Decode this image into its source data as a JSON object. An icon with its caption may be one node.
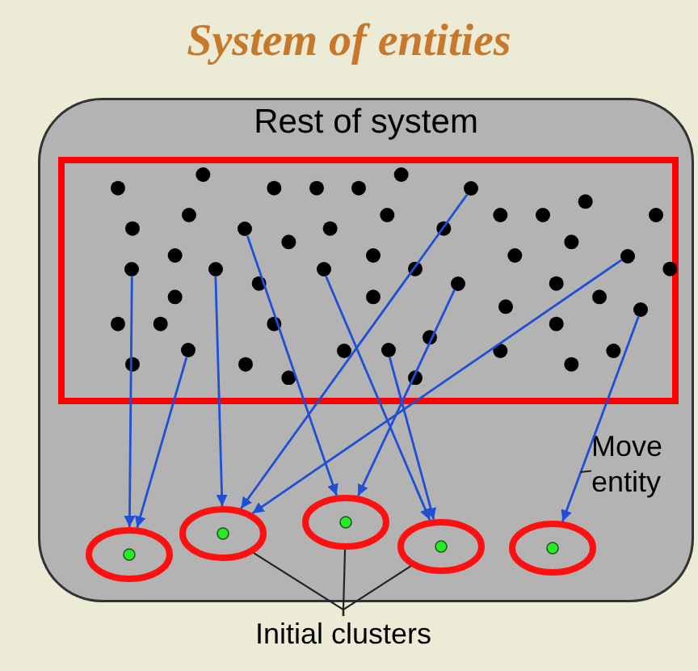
{
  "diagram": {
    "title": "System of entities",
    "nodes": [
      {
        "text": [
          "Rest of system"
        ]
      },
      {
        "text": [],
        "shape": "box",
        "in": 0
      },
      {
        "text": [],
        "shape": "circle",
        "in": 1
      },
      {
        "text": [],
        "shape": "circle",
        "in": 1
      },
      {
        "text": [],
        "shape": "circle",
        "in": 1
      },
      {
        "text": [],
        "shape": "circle",
        "in": 1
      },
      {
        "text": [],
        "shape": "circle",
        "in": 1
      },
      {
        "text": [],
        "shape": "circle",
        "in": 1
      },
      {
        "text": [],
        "shape": "circle",
        "in": 1
      },
      {
        "text": [],
        "shape": "circle",
        "in": 1
      },
      {
        "text": [],
        "shape": "circle",
        "in": 1
      },
      {
        "text": [],
        "shape": "circle",
        "in": 1
      },
      {
        "text": [],
        "shape": "ellipse",
        "in": 0
      },
      {
        "text": [],
        "shape": "ellipse",
        "in": 0
      },
      {
        "text": [],
        "shape": "ellipse",
        "in": 0
      },
      {
        "text": [],
        "shape": "ellipse",
        "in": 0
      },
      {
        "text": [],
        "shape": "ellipse",
        "in": 0
      },
      {
        "text": [
          "Move entity"
        ],
        "in": 0
      },
      {
        "text": [
          "Initial clusters"
        ]
      }
    ],
    "edges": [
      {
        "from": 5,
        "to": 12,
        "arrow": "to"
      },
      {
        "from": 10,
        "to": 12,
        "arrow": "to"
      },
      {
        "from": 6,
        "to": 13,
        "arrow": "to"
      },
      {
        "from": 2,
        "to": 13,
        "arrow": "to"
      },
      {
        "from": 4,
        "to": 13,
        "arrow": "to"
      },
      {
        "from": 3,
        "to": 14,
        "arrow": "to"
      },
      {
        "from": 8,
        "to": 14,
        "arrow": "to"
      },
      {
        "from": 7,
        "to": 15,
        "arrow": "to"
      },
      {
        "from": 11,
        "to": 15,
        "arrow": "to"
      },
      {
        "from": 9,
        "to": 16,
        "arrow": "to"
      },
      {
        "from": 18,
        "to": 13,
        "arrow": "none",
        "color": "#222222"
      },
      {
        "from": 18,
        "to": 14,
        "arrow": "none",
        "color": "#222222"
      },
      {
        "from": 18,
        "to": 15,
        "arrow": "none",
        "color": "#222222"
      },
      {
        "from": 17,
        "to": null,
        "arrow": "none",
        "color": "#222222"
      }
    ]
  }
}
